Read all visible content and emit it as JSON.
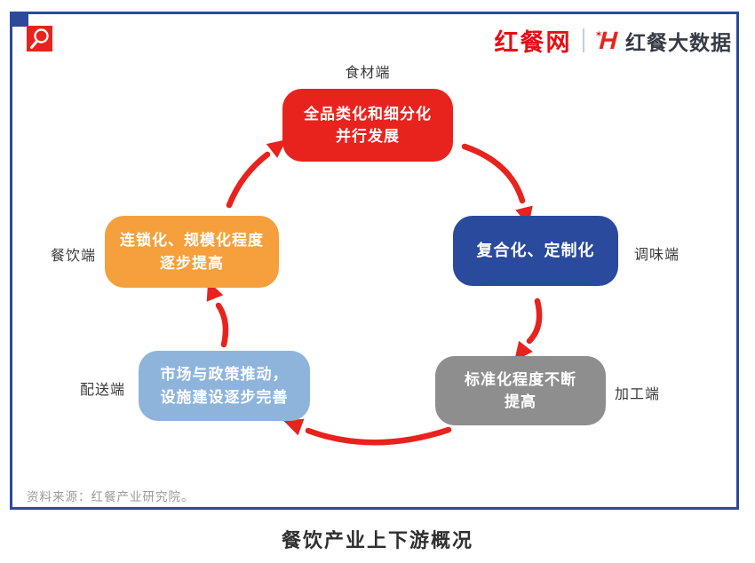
{
  "header": {
    "brand_primary": "红餐网",
    "brand_mark": "H",
    "brand_spark": "✶",
    "brand_secondary": "红餐大数据"
  },
  "diagram": {
    "arrow_color": "#e8231d",
    "nodes": [
      {
        "stage": "食材端",
        "line1": "全品类化和细分化",
        "line2": "并行发展",
        "color": "#e8231d",
        "label_side": "top"
      },
      {
        "stage": "调味端",
        "line1": "复合化、定制化",
        "line2": "",
        "color": "#2a4a9d",
        "label_side": "right"
      },
      {
        "stage": "加工端",
        "line1": "标准化程度不断",
        "line2": "提高",
        "color": "#8e8e8e",
        "label_side": "right"
      },
      {
        "stage": "配送端",
        "line1": "市场与政策推动，",
        "line2": "设施建设逐步完善",
        "color": "#8fb4dc",
        "label_side": "left"
      },
      {
        "stage": "餐饮端",
        "line1": "连锁化、规模化程度",
        "line2": "逐步提高",
        "color": "#f5a03c",
        "label_side": "left"
      }
    ]
  },
  "source_note": "资料来源：红餐产业研究院。",
  "caption": "餐饮产业上下游概况",
  "colors": {
    "border_navy": "#2b4a9b",
    "accent_red": "#e8231d",
    "brand_red": "#e60e13",
    "text_dark": "#3a3a3a",
    "text_gray": "#9a9a9a"
  }
}
